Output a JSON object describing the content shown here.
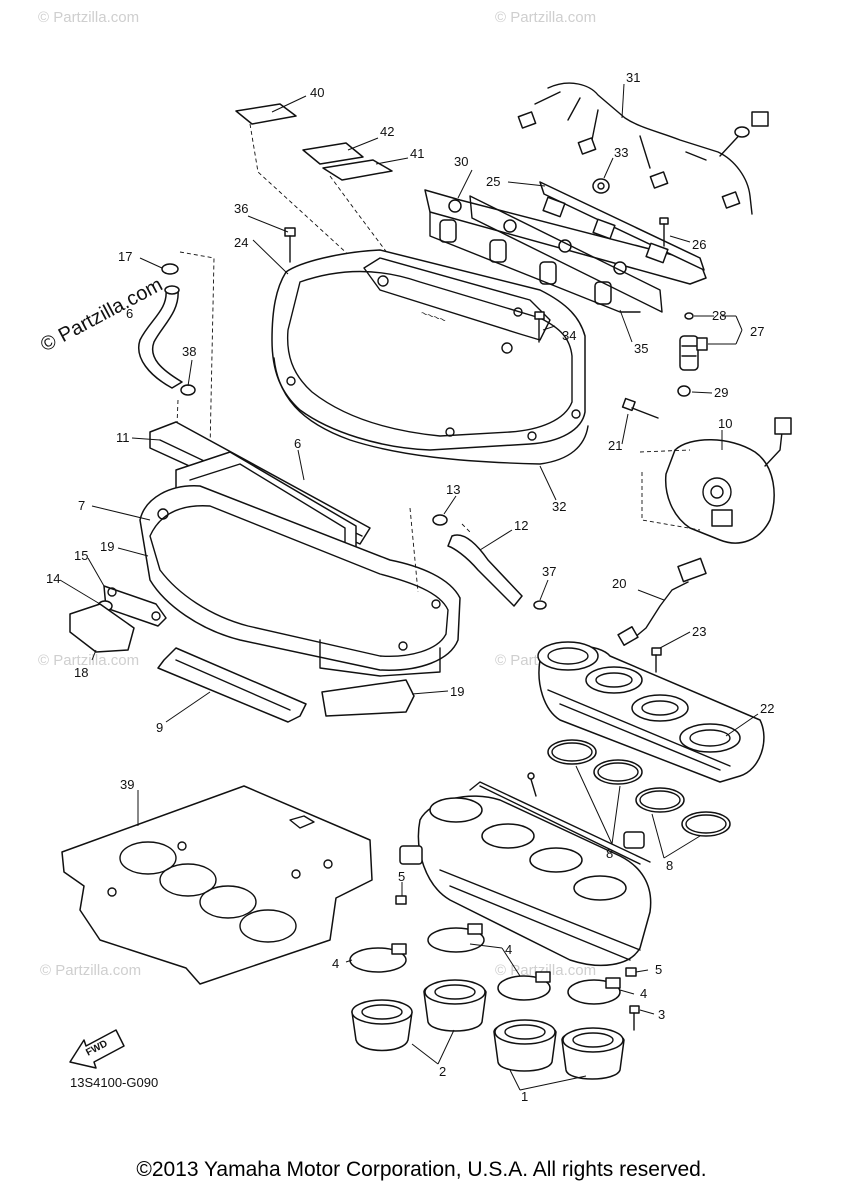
{
  "watermark": {
    "text": "© Partzilla.com"
  },
  "diagram": {
    "code": "13S4100-G090",
    "fwd_label": "FWD",
    "callouts": [
      {
        "label": "1"
      },
      {
        "label": "2"
      },
      {
        "label": "3"
      },
      {
        "label": "4"
      },
      {
        "label": "4"
      },
      {
        "label": "4"
      },
      {
        "label": "5"
      },
      {
        "label": "5"
      },
      {
        "label": "6"
      },
      {
        "label": "6"
      },
      {
        "label": "7"
      },
      {
        "label": "8"
      },
      {
        "label": "8"
      },
      {
        "label": "9"
      },
      {
        "label": "10"
      },
      {
        "label": "11"
      },
      {
        "label": "12"
      },
      {
        "label": "13"
      },
      {
        "label": "14"
      },
      {
        "label": "15"
      },
      {
        "label": "17"
      },
      {
        "label": "18"
      },
      {
        "label": "19"
      },
      {
        "label": "19"
      },
      {
        "label": "20"
      },
      {
        "label": "21"
      },
      {
        "label": "22"
      },
      {
        "label": "23"
      },
      {
        "label": "24"
      },
      {
        "label": "25"
      },
      {
        "label": "26"
      },
      {
        "label": "27"
      },
      {
        "label": "28"
      },
      {
        "label": "29"
      },
      {
        "label": "30"
      },
      {
        "label": "31"
      },
      {
        "label": "32"
      },
      {
        "label": "33"
      },
      {
        "label": "34"
      },
      {
        "label": "35"
      },
      {
        "label": "36"
      },
      {
        "label": "37"
      },
      {
        "label": "38"
      },
      {
        "label": "39"
      },
      {
        "label": "40"
      },
      {
        "label": "41"
      },
      {
        "label": "42"
      }
    ]
  },
  "footer": {
    "copyright": "©2013 Yamaha Motor Corporation, U.S.A. All rights reserved."
  }
}
